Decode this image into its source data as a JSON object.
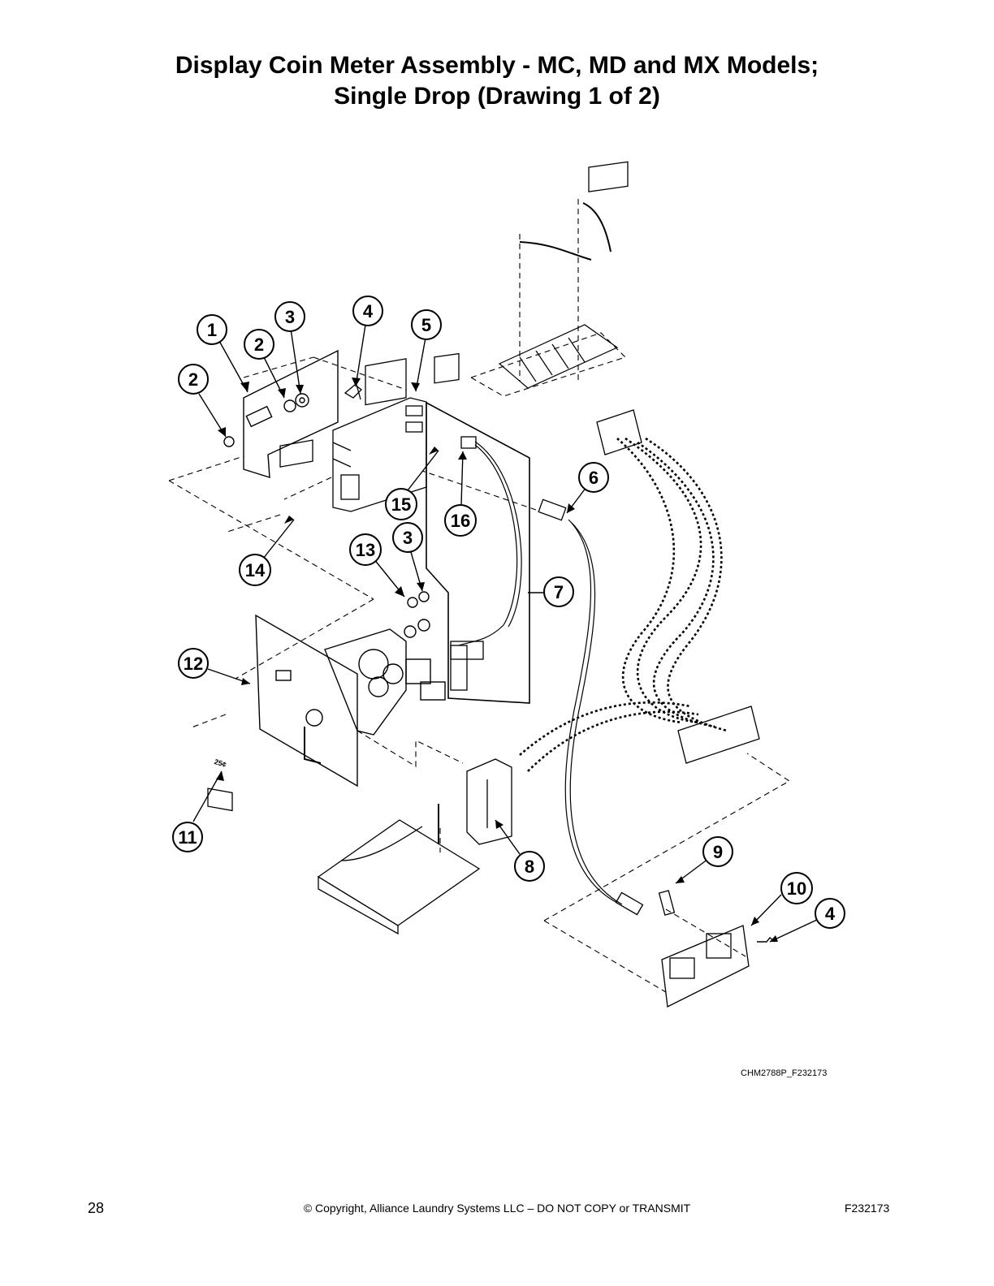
{
  "title": {
    "line1": "Display Coin Meter Assembly - MC, MD and MX Models;",
    "line2": "Single Drop (Drawing 1 of 2)"
  },
  "callouts": [
    "1",
    "2",
    "2",
    "3",
    "3",
    "4",
    "4",
    "5",
    "6",
    "7",
    "8",
    "9",
    "10",
    "11",
    "12",
    "13",
    "14",
    "15",
    "16"
  ],
  "label_25c": "25¢",
  "drawing_ref": "CHM2788P_F232173",
  "footer": {
    "page_number": "28",
    "copyright": "© Copyright, Alliance Laundry Systems LLC – DO NOT COPY or TRANSMIT",
    "doc_id": "F232173"
  }
}
